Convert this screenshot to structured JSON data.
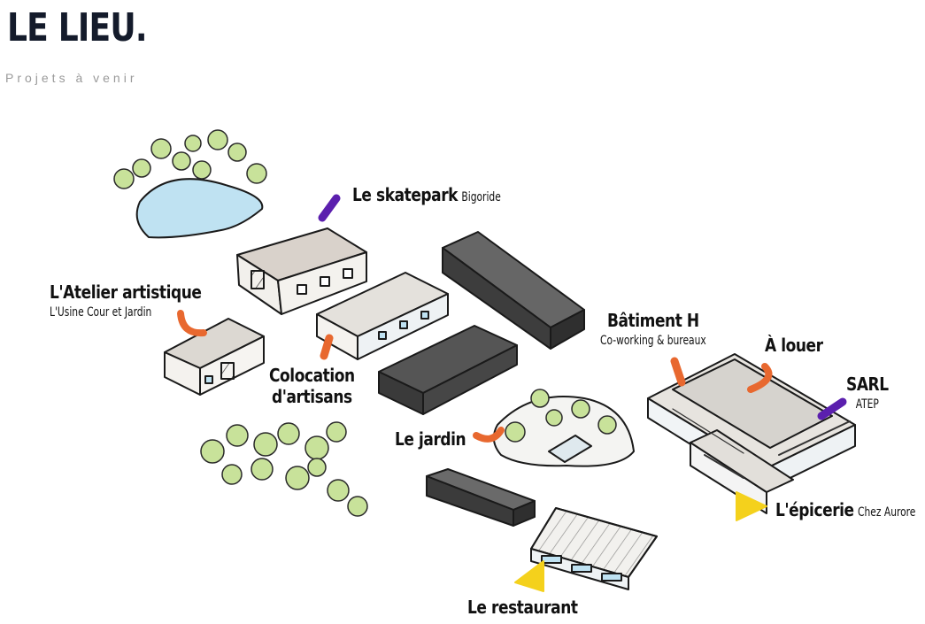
{
  "page": {
    "title": "LE LIEU.",
    "subtitle": "Projets à venir"
  },
  "map": {
    "labels": {
      "skatepark": {
        "name": "Le skatepark",
        "detail": "Bigoride"
      },
      "atelier": {
        "name": "L'Atelier artistique",
        "detail": "L'Usine Cour et Jardin"
      },
      "colocation": {
        "line1": "Colocation",
        "line2": "d'artisans"
      },
      "batiment_h": {
        "name": "Bâtiment H",
        "detail": "Co-working & bureaux"
      },
      "a_louer": {
        "name": "À louer"
      },
      "sarl": {
        "name": "SARL",
        "detail": "ATEP"
      },
      "jardin": {
        "name": "Le jardin"
      },
      "epicerie": {
        "name": "L'épicerie",
        "detail": "Chez Aurore"
      },
      "restaurant": {
        "name": "Le restaurant"
      }
    },
    "colors": {
      "orange": "#e8682f",
      "purple": "#5b1fae",
      "yellow": "#f4d11c",
      "water": "#bfe2f2",
      "tree": "#c8e29a",
      "dark_building": "#4a4a4a",
      "light_building": "#e7e4df"
    }
  }
}
